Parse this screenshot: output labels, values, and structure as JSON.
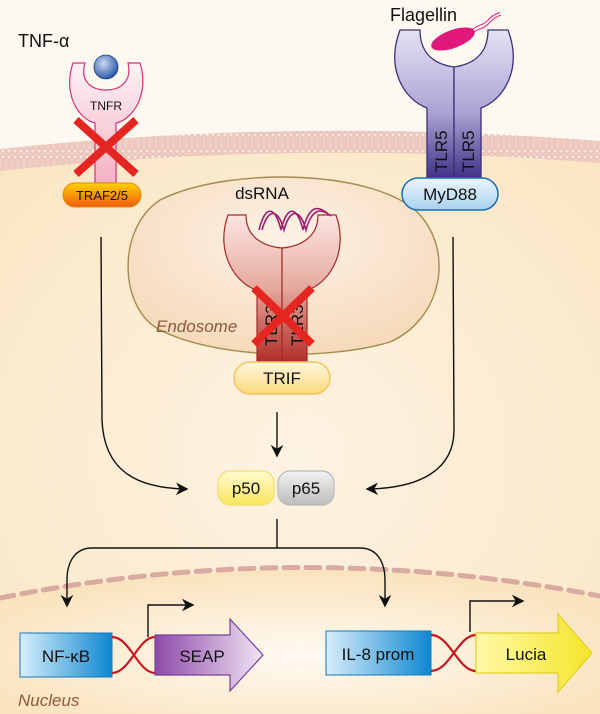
{
  "ligands": {
    "tnf": "TNF-α",
    "flagellin": "Flagellin",
    "dsrna": "dsRNA"
  },
  "receptors": {
    "tnfr": {
      "label": "TNFR",
      "adaptor": "TRAF2/5",
      "knocked_out": true
    },
    "tlr5": {
      "label_left": "TLR5",
      "label_right": "TLR5",
      "adaptor": "MyD88",
      "knocked_out": false
    },
    "tlr3": {
      "label_left": "TLR3",
      "label_right": "TLR3",
      "adaptor": "TRIF",
      "knocked_out": true
    }
  },
  "compartments": {
    "endosome": "Endosome",
    "nucleus": "Nucleus"
  },
  "transcription_factor": {
    "p50": "p50",
    "p65": "p65"
  },
  "reporters": [
    {
      "promoter": "NF-κB",
      "gene": "SEAP"
    },
    {
      "promoter": "IL-8 prom",
      "gene": "Lucia"
    }
  ],
  "colors": {
    "knockout_x": "#e52620",
    "tnfr": "#d6317a",
    "tlr5": "#4a3c8f",
    "tlr3": "#b8322c",
    "dna": "#c8161d",
    "seap": "#7a3f9a",
    "lucia": "#f2e431",
    "promoter": "#1d8fd2"
  }
}
